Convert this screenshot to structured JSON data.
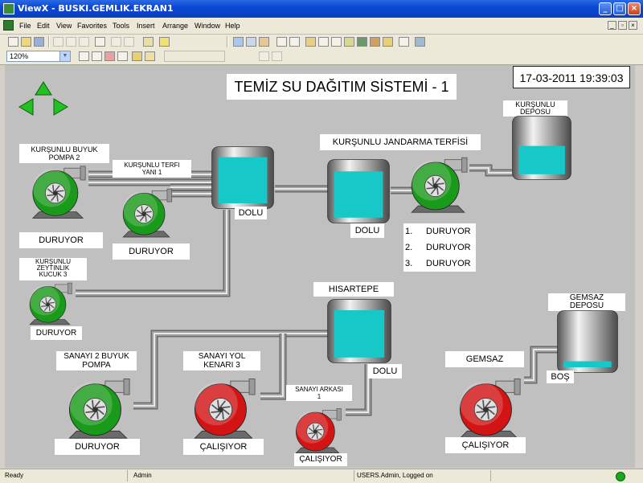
{
  "window": {
    "title": "ViewX - BUSKI.GEMLIK.EKRAN1"
  },
  "menu": [
    "File",
    "Edit",
    "View",
    "Favorites",
    "Tools",
    "Insert",
    "Arrange",
    "Window",
    "Help"
  ],
  "zoom": {
    "value": "120%"
  },
  "screen": {
    "title": "TEMİZ SU DAĞITIM SİSTEMİ - 1",
    "datetime": "17-03-2011 19:39:03",
    "pumps": {
      "buyuk2": {
        "name_line1": "KURŞUNLU BUYUK",
        "name_line2": "POMPA 2",
        "status": "DURUYOR",
        "state_color": "#1a9a1a"
      },
      "terfi_yani1": {
        "name_line1": "KURŞUNLU TERFI",
        "name_line2": "YANI 1",
        "status": "DURUYOR",
        "state_color": "#1a9a1a"
      },
      "zeytinlik3": {
        "name_line1": "KURŞUNLU",
        "name_line2": "ZEYTINLIK",
        "name_line3": "KUCUK 3",
        "status": "DURUYOR",
        "state_color": "#1a9a1a"
      },
      "jandarma": {
        "name": "KURŞUNLU JANDARMA TERFİSİ",
        "state_color": "#1a9a1a",
        "list": [
          {
            "num": "1.",
            "status": "DURUYOR"
          },
          {
            "num": "2.",
            "status": "DURUYOR"
          },
          {
            "num": "3.",
            "status": "DURUYOR"
          }
        ]
      },
      "sanayi2": {
        "name_line1": "SANAYI 2 BUYUK",
        "name_line2": "POMPA",
        "status": "DURUYOR",
        "state_color": "#1a9a1a"
      },
      "sanayiyol3": {
        "name_line1": "SANAYI YOL",
        "name_line2": "KENARI 3",
        "status": "ÇALIŞIYOR",
        "state_color": "#d21414"
      },
      "sanayiarkasi1": {
        "name_line1": "SANAYI ARKASI",
        "name_line2": "1",
        "status": "ÇALIŞIYOR",
        "state_color": "#d21414"
      },
      "gemsaz": {
        "name": "GEMSAZ",
        "status": "ÇALIŞIYOR",
        "state_color": "#d21414"
      }
    },
    "tanks": {
      "tank1": {
        "status": "DOLU",
        "level": 0.92
      },
      "tank2": {
        "status": "DOLU",
        "level": 0.9
      },
      "kursunlu_depo": {
        "name_line1": "KURŞUNLU",
        "name_line2": "DEPOSU",
        "level": 0.55
      },
      "hisartepe": {
        "name": "HISARTEPE",
        "status": "DOLU",
        "level": 0.92
      },
      "gemsaz_depo": {
        "name_line1": "GEMSAZ",
        "name_line2": "DEPOSU",
        "status": "BOŞ",
        "level": 0.12
      }
    },
    "colors": {
      "water": "#16c8c8",
      "pipe": "#a0a0a0",
      "canvas": "#c0c0c0",
      "running": "#d21414",
      "stopped": "#1a9a1a"
    }
  },
  "status": {
    "left": "Ready",
    "user": "Admin",
    "session": "USERS.Admin, Logged on"
  }
}
